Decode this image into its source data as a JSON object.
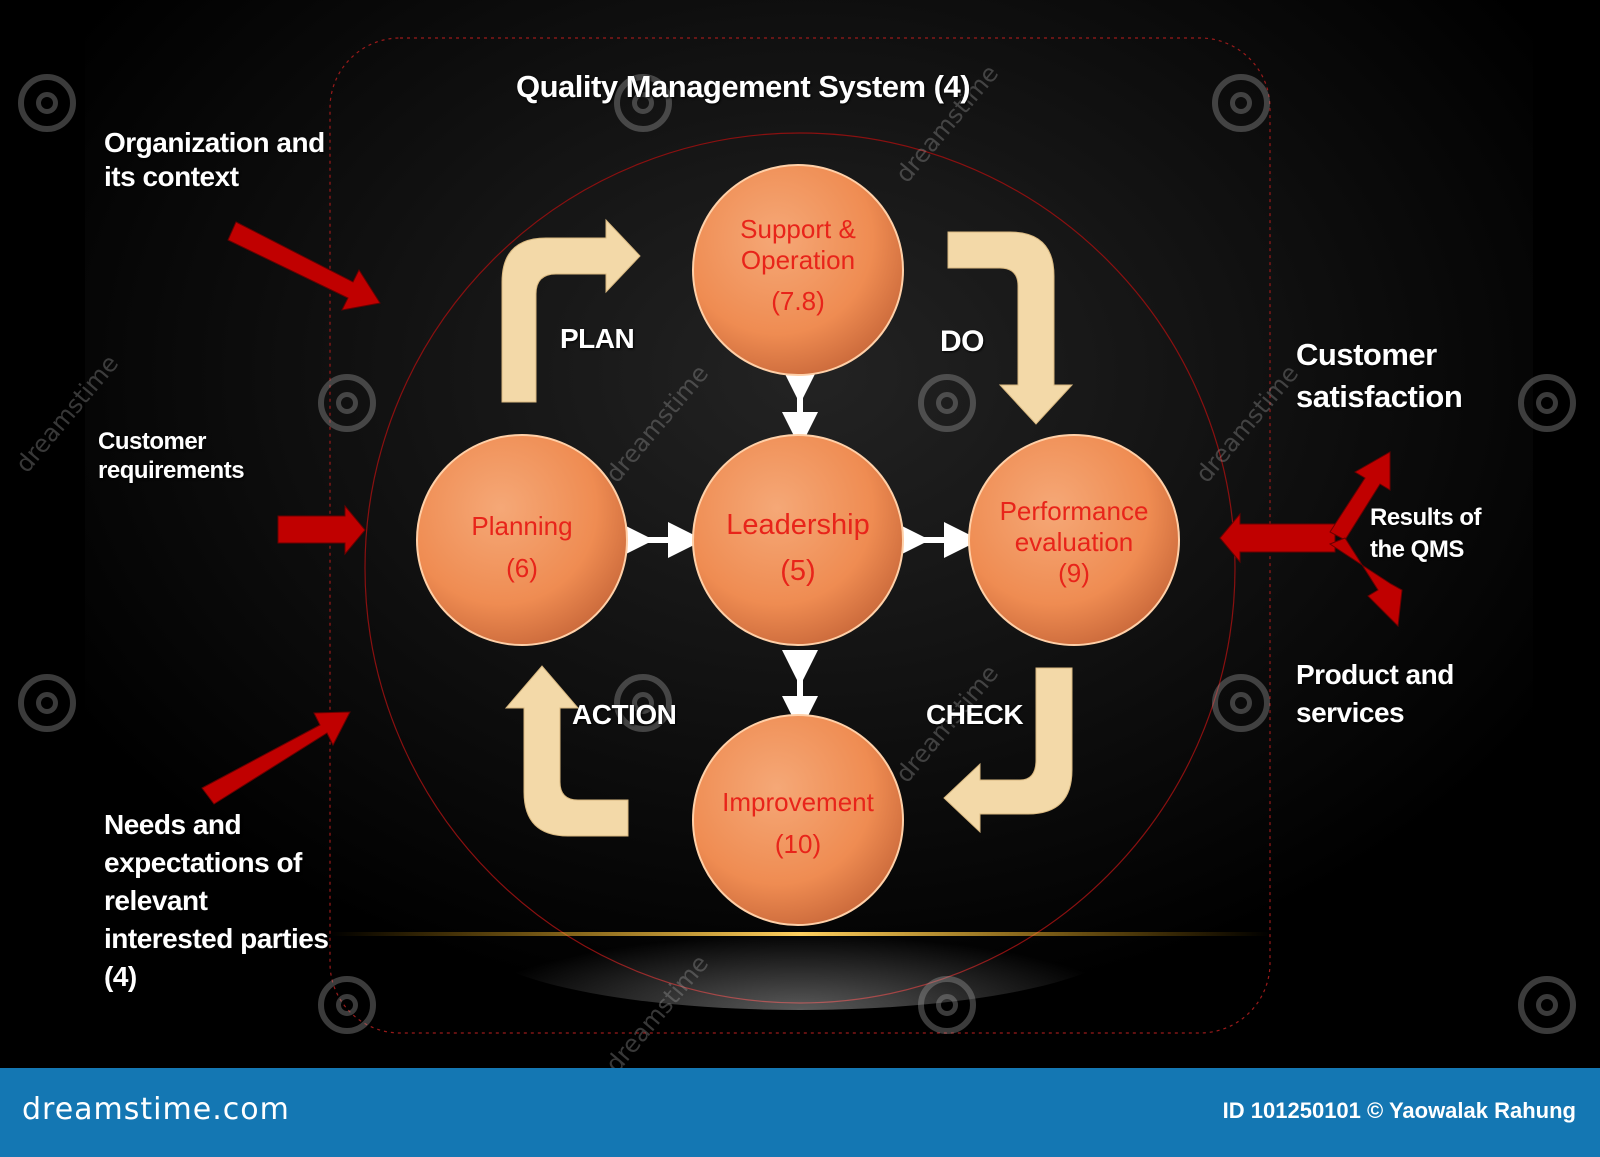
{
  "title": "Quality Management System (4)",
  "left_inputs": {
    "organization": [
      "Organization and",
      "its context"
    ],
    "customer_requirements": [
      "Customer",
      "requirements"
    ],
    "needs": [
      "Needs and",
      "expectations of",
      "relevant",
      "interested parties",
      "(4)"
    ]
  },
  "right_outputs": {
    "customer_satisfaction": [
      "Customer",
      "satisfaction"
    ],
    "results": [
      "Results of",
      "the QMS"
    ],
    "products": [
      "Product and",
      "services"
    ]
  },
  "cycle_labels": {
    "plan": "PLAN",
    "do": "DO",
    "check": "CHECK",
    "action": "ACTION"
  },
  "circles": {
    "support": [
      "Support &",
      "Operation",
      "(7.8)"
    ],
    "planning": [
      "Planning",
      "(6)"
    ],
    "leadership": [
      "Leadership",
      "(5)"
    ],
    "performance": [
      "Performance",
      "evaluation",
      "(9)"
    ],
    "improvement": [
      "Improvement",
      "(10)"
    ]
  },
  "colors": {
    "circle_fill": "#f0935a",
    "circle_text": "#e8241a",
    "arrow_red": "#c00000",
    "cycle_arrow": "#f3d9a8",
    "footer_bar": "#1477b3"
  },
  "footer": {
    "brand": "dreamstime.com",
    "credit": "ID 101250101 © Yaowalak Rahung"
  },
  "watermark": {
    "text": "dreamstime",
    "icon": "dreamstime-spiral-icon"
  }
}
